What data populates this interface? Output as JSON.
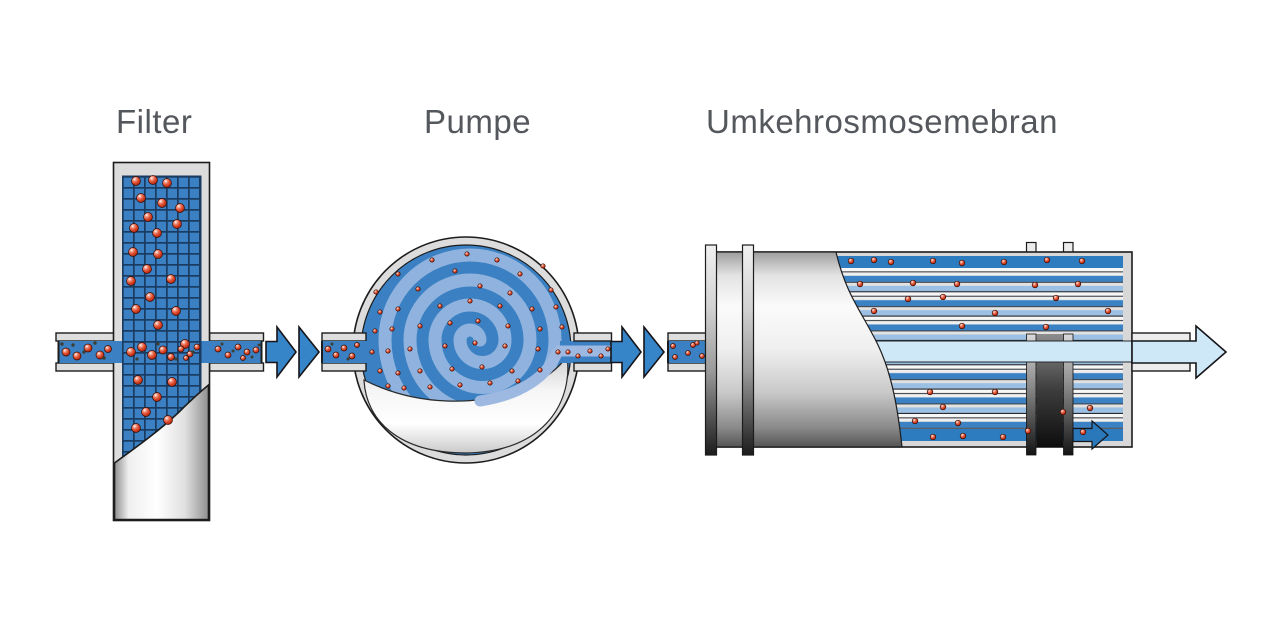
{
  "labels": {
    "filter": "Filter",
    "pump": "Pumpe",
    "membrane": "Umkehrosmosemebran"
  },
  "colors": {
    "water_blue": "#3a80c2",
    "spiral_light_blue": "#8fb3de",
    "swoosh_blue": "#9db9e2",
    "permeate_blue": "#cfe8f8",
    "arrow_blue": "#3785c9",
    "concentrate_blue": "#2a78ba",
    "particle_red": "#dd4a2c",
    "casing_gray": "#dcdcdc",
    "outline_dark": "#1c1c1c",
    "grid_line_navy": "#1a3c62",
    "label_gray": "#54575c"
  },
  "particles": {
    "red": {
      "filter_grid": [
        [
          136,
          181,
          4.5
        ],
        [
          153,
          180,
          4.5
        ],
        [
          167,
          183,
          4.5
        ],
        [
          141,
          198,
          4.5
        ],
        [
          162,
          203,
          4.5
        ],
        [
          180,
          208,
          4.5
        ],
        [
          148,
          217,
          4.5
        ],
        [
          177,
          224,
          4.5
        ],
        [
          134,
          228,
          4.5
        ],
        [
          157,
          233,
          4.5
        ],
        [
          133,
          252,
          4.5
        ],
        [
          158,
          254,
          4.5
        ],
        [
          147,
          269,
          4.5
        ],
        [
          131,
          281,
          4.5
        ],
        [
          171,
          279,
          4.5
        ],
        [
          150,
          297,
          4.5
        ],
        [
          136,
          309,
          4.5
        ],
        [
          176,
          311,
          4.5
        ],
        [
          158,
          325,
          4.5
        ],
        [
          185,
          344,
          4.5
        ],
        [
          138,
          380,
          4.5
        ],
        [
          172,
          382,
          4.5
        ],
        [
          157,
          397,
          4.5
        ],
        [
          146,
          412,
          4.5
        ],
        [
          168,
          420,
          4.5
        ],
        [
          136,
          428,
          4.5
        ]
      ],
      "filter_junction": [
        [
          131,
          352,
          4.5
        ],
        [
          142,
          347,
          4.5
        ],
        [
          152,
          355,
          4.5
        ],
        [
          163,
          350,
          4
        ],
        [
          171,
          357,
          3.5
        ],
        [
          181,
          349,
          3
        ],
        [
          190,
          354,
          3
        ],
        [
          197,
          347,
          3
        ],
        [
          186,
          358,
          2.5
        ]
      ],
      "pipe_in": [
        [
          66,
          352,
          4
        ],
        [
          77,
          356,
          4
        ],
        [
          88,
          348,
          4
        ],
        [
          100,
          355,
          4
        ],
        [
          108,
          349,
          3.5
        ]
      ],
      "pipe_out": [
        [
          218,
          349,
          3
        ],
        [
          228,
          355,
          3
        ],
        [
          238,
          347,
          3
        ],
        [
          247,
          352,
          3
        ],
        [
          256,
          350,
          3
        ],
        [
          243,
          358,
          2.5
        ]
      ],
      "pump_inlet_pipe": [
        [
          328,
          349,
          3
        ],
        [
          336,
          355,
          3
        ],
        [
          344,
          348,
          3
        ],
        [
          352,
          356,
          3
        ],
        [
          357,
          345,
          2.5
        ]
      ],
      "pump_chamber": [
        [
          467,
          254,
          2.2
        ],
        [
          432,
          260,
          2.2
        ],
        [
          497,
          260,
          2.2
        ],
        [
          543,
          266,
          2.2
        ],
        [
          398,
          274,
          2.2
        ],
        [
          455,
          271,
          2.2
        ],
        [
          520,
          274,
          2.2
        ],
        [
          376,
          292,
          2.2
        ],
        [
          418,
          289,
          2.2
        ],
        [
          480,
          286,
          2.2
        ],
        [
          510,
          293,
          2.2
        ],
        [
          551,
          290,
          2.2
        ],
        [
          380,
          312,
          2.2
        ],
        [
          398,
          309,
          2.2
        ],
        [
          440,
          306,
          2.2
        ],
        [
          470,
          301,
          2.2
        ],
        [
          500,
          306,
          2.2
        ],
        [
          532,
          309,
          2.2
        ],
        [
          556,
          307,
          2.2
        ],
        [
          375,
          331,
          2.2
        ],
        [
          392,
          329,
          2.2
        ],
        [
          420,
          326,
          2.2
        ],
        [
          450,
          323,
          2.2
        ],
        [
          478,
          321,
          2.2
        ],
        [
          508,
          326,
          2.2
        ],
        [
          540,
          329,
          2.2
        ],
        [
          562,
          327,
          2.2
        ],
        [
          372,
          352,
          2.2
        ],
        [
          388,
          351,
          2.2
        ],
        [
          410,
          349,
          2.2
        ],
        [
          445,
          346,
          2.2
        ],
        [
          475,
          343,
          2.2
        ],
        [
          505,
          346,
          2.2
        ],
        [
          538,
          349,
          2.2
        ],
        [
          558,
          352,
          2.2
        ],
        [
          380,
          371,
          2.2
        ],
        [
          398,
          373,
          2.2
        ],
        [
          420,
          371,
          2.2
        ],
        [
          452,
          369,
          2.2
        ],
        [
          482,
          367,
          2.2
        ],
        [
          512,
          371,
          2.2
        ],
        [
          540,
          370,
          2.2
        ],
        [
          388,
          386,
          2.2
        ],
        [
          404,
          388,
          2.2
        ],
        [
          430,
          387,
          2.2
        ],
        [
          460,
          385,
          2.2
        ],
        [
          490,
          383,
          2.2
        ],
        [
          518,
          381,
          2.2
        ]
      ],
      "pump_outlet_pipe": [
        [
          568,
          352,
          2.2
        ],
        [
          578,
          356,
          2.2
        ],
        [
          590,
          351,
          2.2
        ],
        [
          601,
          356,
          2.2
        ],
        [
          608,
          349,
          2.2
        ]
      ],
      "membrane_inlet_pipe": [
        [
          673,
          346,
          2.5
        ],
        [
          693,
          345,
          2.5
        ],
        [
          675,
          357,
          2.5
        ],
        [
          688,
          353,
          2.5
        ],
        [
          702,
          356,
          2.5
        ],
        [
          697,
          343,
          2.2
        ]
      ],
      "membrane_layers": [
        [
          851,
          261,
          2.8
        ],
        [
          874,
          260,
          2.8
        ],
        [
          891,
          262,
          2.8
        ],
        [
          933,
          261,
          2.8
        ],
        [
          962,
          263,
          2.8
        ],
        [
          1004,
          262,
          2.8
        ],
        [
          1047,
          260,
          2.8
        ],
        [
          1082,
          261,
          2.8
        ],
        [
          860,
          284,
          2.8
        ],
        [
          913,
          283,
          2.8
        ],
        [
          957,
          284,
          2.8
        ],
        [
          1035,
          285,
          2.8
        ],
        [
          1078,
          284,
          2.8
        ],
        [
          908,
          299,
          2.8
        ],
        [
          943,
          297,
          2.8
        ],
        [
          1056,
          298,
          2.8
        ],
        [
          874,
          311,
          2.8
        ],
        [
          995,
          313,
          2.8
        ],
        [
          1108,
          311,
          2.8
        ],
        [
          962,
          326,
          2.8
        ],
        [
          1046,
          327,
          2.8
        ],
        [
          930,
          392,
          2.8
        ],
        [
          995,
          392,
          2.8
        ],
        [
          943,
          407,
          2.8
        ],
        [
          1090,
          408,
          2.8
        ],
        [
          1063,
          412,
          2.8
        ],
        [
          915,
          421,
          2.8
        ],
        [
          958,
          423,
          2.8
        ],
        [
          1028,
          431,
          2.8
        ],
        [
          933,
          437,
          2.8
        ],
        [
          963,
          436,
          2.8
        ],
        [
          1003,
          437,
          2.8
        ],
        [
          1083,
          432,
          2.8
        ]
      ]
    },
    "dark": {
      "pipe_in_dots": [
        [
          62,
          344,
          1.7
        ],
        [
          73,
          345,
          1.7
        ],
        [
          84,
          352,
          1.7
        ],
        [
          95,
          343,
          1.7
        ],
        [
          104,
          358,
          1.7
        ]
      ],
      "junction_dots": [
        [
          137,
          359,
          1.6
        ],
        [
          158,
          344,
          1.6
        ],
        [
          176,
          359,
          1.6
        ],
        [
          193,
          352,
          1.6
        ]
      ],
      "pipe_out_dots": [
        [
          222,
          344,
          1.5
        ],
        [
          233,
          351,
          1.5
        ],
        [
          252,
          357,
          1.5
        ],
        [
          259,
          345,
          1.5
        ]
      ],
      "pump_inlet_dots": [
        [
          332,
          344,
          1.5
        ],
        [
          348,
          359,
          1.5
        ]
      ]
    }
  }
}
